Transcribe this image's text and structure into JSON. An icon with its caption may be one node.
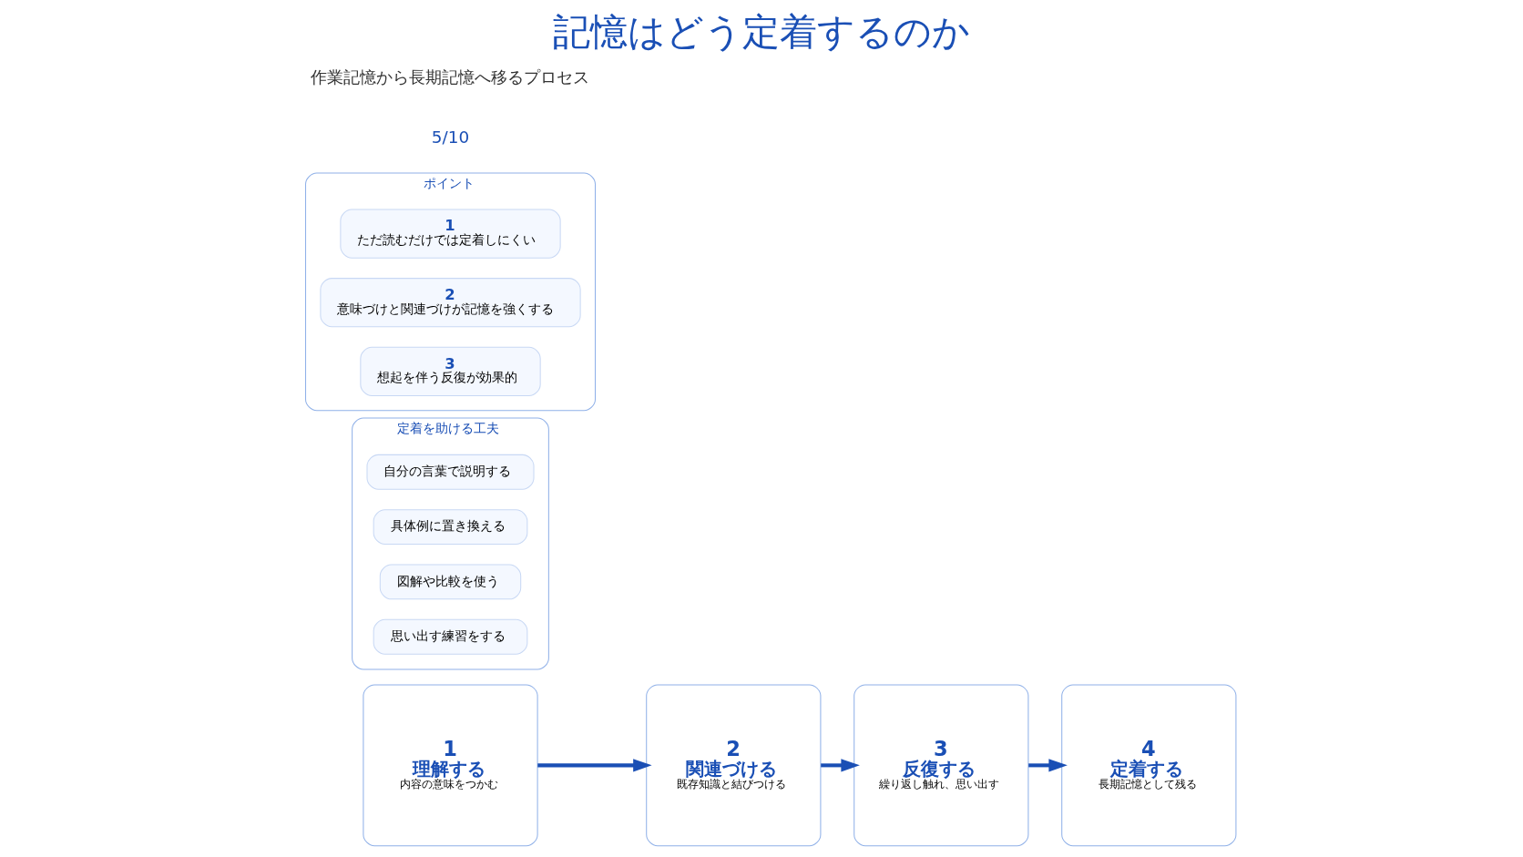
{
  "diagram": {
    "title": "記憶はどう定着するのか",
    "nodes": [
      {
        "text": [
          "1",
          "理解する",
          "内容の意味をつかむ"
        ]
      },
      {
        "text": [
          "2",
          "関連づける",
          "既存知識と結びつける"
        ]
      },
      {
        "text": [
          "3",
          "反復する",
          "繰り返し触れ、思い出す"
        ]
      },
      {
        "text": [
          "4",
          "定着する",
          "長期記憶として残る"
        ]
      },
      {
        "text": [
          "定着を助ける工夫"
        ]
      },
      {
        "text": [
          "自分の言葉で説明する"
        ],
        "in": 4
      },
      {
        "text": [
          "具体例に置き換える"
        ],
        "in": 4
      },
      {
        "text": [
          "図解や比較を使う"
        ],
        "in": 4
      },
      {
        "text": [
          "思い出す練習をする"
        ],
        "in": 4
      },
      {
        "text": [
          "ポイント"
        ]
      },
      {
        "text": [
          "1",
          "ただ読むだけでは定着しにくい"
        ],
        "in": 9
      },
      {
        "text": [
          "2",
          "意味づけと関連づけが記憶を強くする"
        ],
        "in": 9
      },
      {
        "text": [
          "3",
          "想起を伴う反復が効果的"
        ],
        "in": 9
      }
    ],
    "edges": [
      {
        "from": 0,
        "to": 1,
        "arrow": "to"
      },
      {
        "from": 1,
        "to": 2,
        "arrow": "to"
      },
      {
        "from": 2,
        "to": 3,
        "arrow": "to"
      }
    ],
    "labels": [
      "5/10",
      "作業記憶から長期記憶へ移るプロセス"
    ]
  }
}
